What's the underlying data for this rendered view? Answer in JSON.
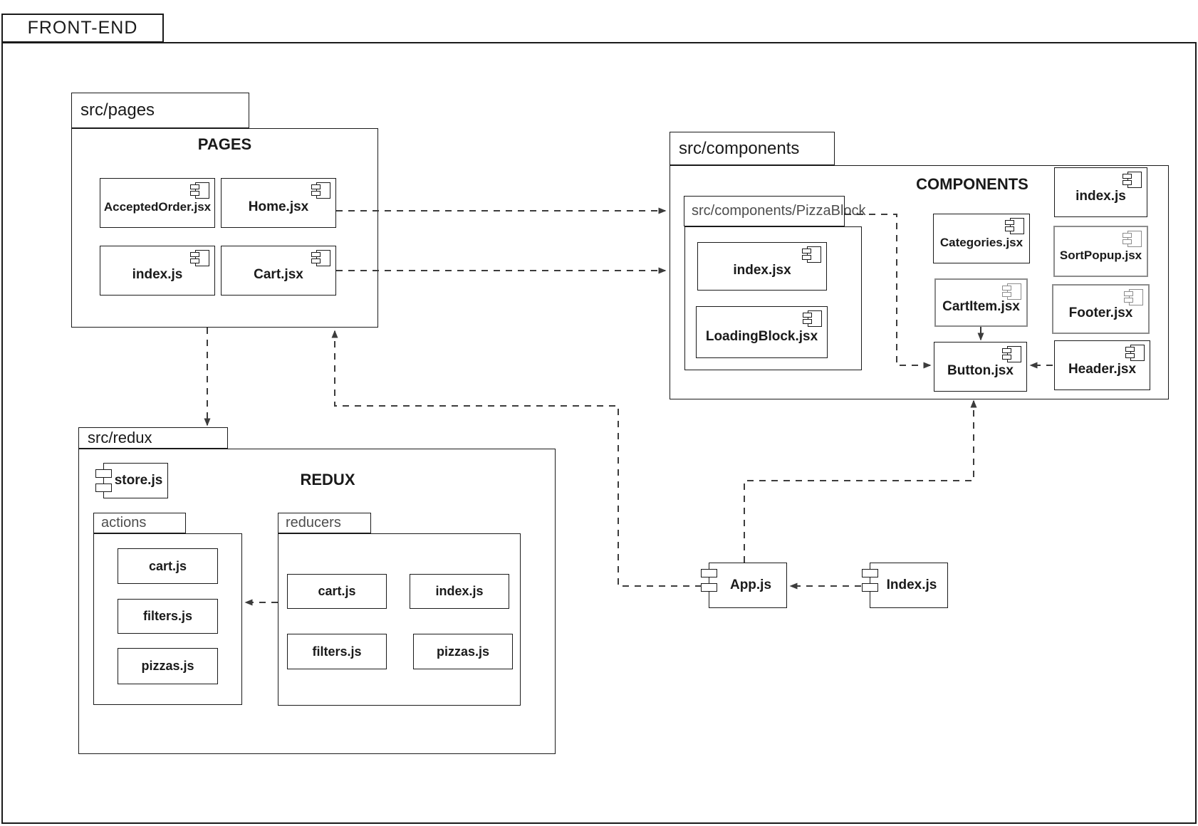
{
  "frame": {
    "label": "FRONT-END"
  },
  "pages": {
    "tab": "src/pages",
    "title": "PAGES",
    "items": {
      "accepted_order": "AcceptedOrder.jsx",
      "home": "Home.jsx",
      "index": "index.js",
      "cart": "Cart.jsx"
    }
  },
  "components": {
    "tab": "src/components",
    "title": "COMPONENTS",
    "pizzablock": {
      "tab": "src/components/PizzaBlock",
      "items": {
        "index": "index.jsx",
        "loading_block": "LoadingBlock.jsx"
      }
    },
    "items": {
      "index": "index.js",
      "categories": "Categories.jsx",
      "sort_popup": "SortPopup.jsx",
      "cart_item": "CartItem.jsx",
      "footer": "Footer.jsx",
      "button": "Button.jsx",
      "header": "Header.jsx"
    }
  },
  "redux": {
    "tab": "src/redux",
    "title": "REDUX",
    "store": "store.js",
    "actions": {
      "tab": "actions",
      "items": {
        "cart": "cart.js",
        "filters": "filters.js",
        "pizzas": "pizzas.js"
      }
    },
    "reducers": {
      "tab": "reducers",
      "items": {
        "cart": "cart.js",
        "index": "index.js",
        "filters": "filters.js",
        "pizzas": "pizzas.js"
      }
    }
  },
  "nodes": {
    "app": "App.js",
    "index": "Index.js"
  },
  "colors": {
    "line": "#1a1a1a",
    "muted_border": "#8c8c8c",
    "connector": "#3c3c3c",
    "background": "#ffffff"
  }
}
